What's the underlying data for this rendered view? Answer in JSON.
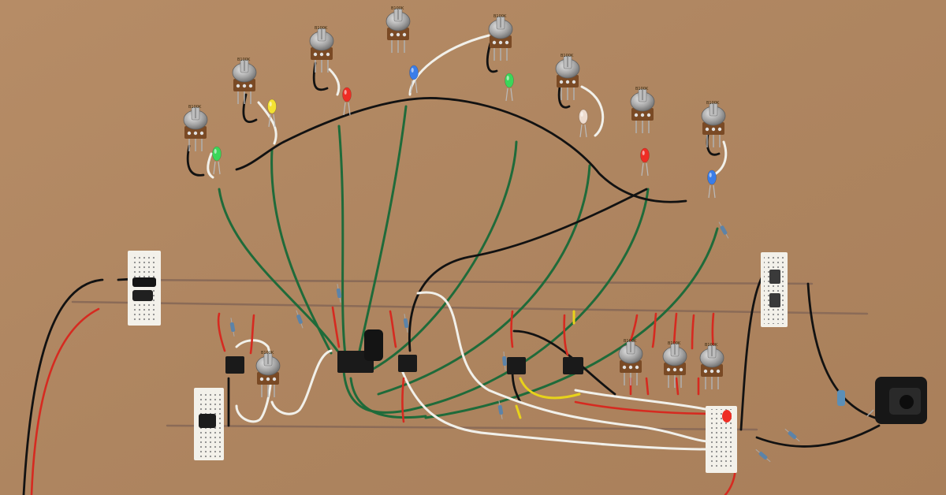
{
  "photo": {
    "subject": "",
    "background_color": "#b08660"
  },
  "colors": {
    "cardboard": "#b08660",
    "cardboard_dark": "#9c7552",
    "wire_green": "#1f6b3a",
    "wire_black": "#111111",
    "wire_white": "#f2f2ee",
    "wire_red": "#d8261e",
    "bus_copper": "#8a6a55",
    "knob_silver": "#a8a8a8",
    "pot_body": "#7a4a25",
    "perfboard": "#f3f1ea",
    "chip_black": "#1a1a1a",
    "jack_black": "#161616"
  },
  "potentiometer_marking": "B100K",
  "chip_marking": "",
  "led_colors": [
    "green",
    "yellow",
    "red",
    "blue",
    "green",
    "white",
    "red",
    "blue"
  ]
}
